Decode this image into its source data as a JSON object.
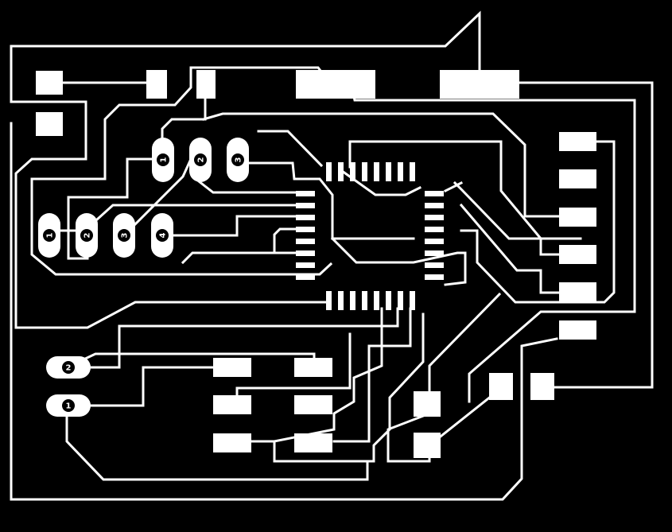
{
  "colors": {
    "background": "#000000",
    "copper": "#ffffff",
    "label": "#ffffff",
    "label_hole": "#000000"
  },
  "pads": {
    "header_top": [
      "1",
      "2",
      "3"
    ],
    "header_left": [
      "1",
      "2",
      "3",
      "4"
    ],
    "power": [
      "2",
      "1"
    ]
  }
}
